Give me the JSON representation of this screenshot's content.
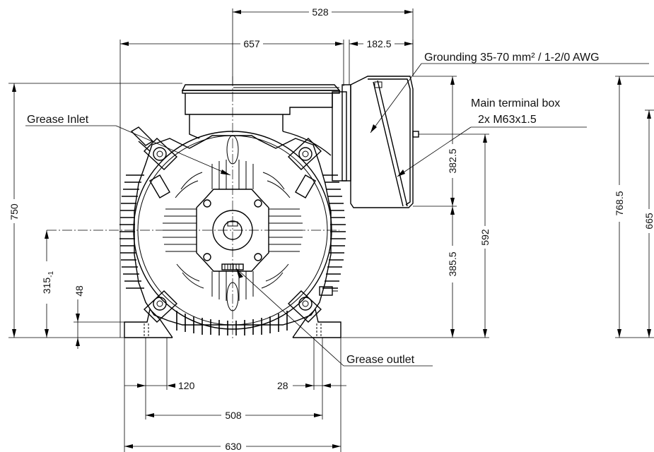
{
  "labels": {
    "grease_inlet": "Grease Inlet",
    "grease_outlet": "Grease outlet",
    "grounding": "Grounding 35-70 mm² / 1-2/0 AWG",
    "terminal_box_line1": "Main terminal box",
    "terminal_box_line2": "2x M63x1.5"
  },
  "dimensions": {
    "top_width": "528",
    "overall_width": "657",
    "box_width": "182.5",
    "total_height": "750",
    "shaft_height": "315",
    "shaft_height_tol": "-1",
    "foot_height": "48",
    "box_height": "382.5",
    "box_base_height": "385.5",
    "terminal_height": "592",
    "right_height_1": "768.5",
    "right_height_2": "665",
    "foot_slot": "120",
    "foot_offset": "28",
    "bolt_span": "508",
    "base_width": "630"
  }
}
